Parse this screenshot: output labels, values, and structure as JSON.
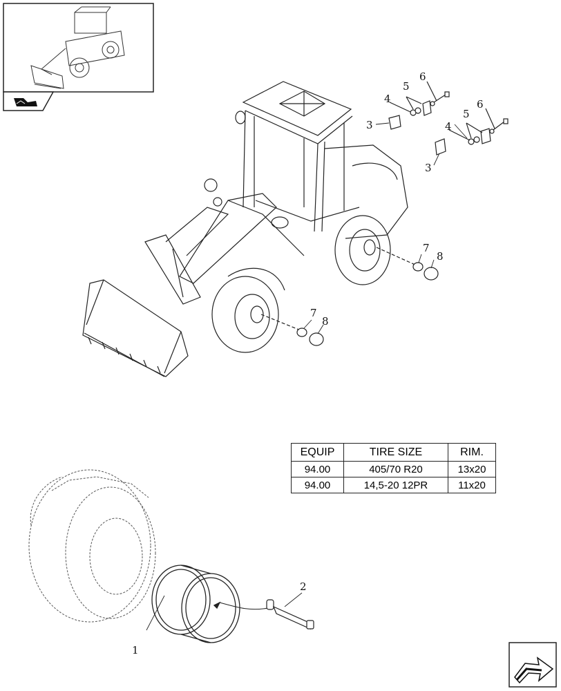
{
  "table": {
    "headers": [
      "EQUIP",
      "TIRE SIZE",
      "RIM."
    ],
    "rows": [
      [
        "94.00",
        "405/70 R20",
        "13x20"
      ],
      [
        "94.00",
        "14,5-20 12PR",
        "11x20"
      ]
    ]
  },
  "callouts": {
    "c1": "1",
    "c2": "2",
    "c3a": "3",
    "c3b": "3",
    "c4a": "4",
    "c4b": "4",
    "c5a": "5",
    "c5b": "5",
    "c6a": "6",
    "c6b": "6",
    "c7a": "7",
    "c7b": "7",
    "c8a": "8",
    "c8b": "8"
  }
}
